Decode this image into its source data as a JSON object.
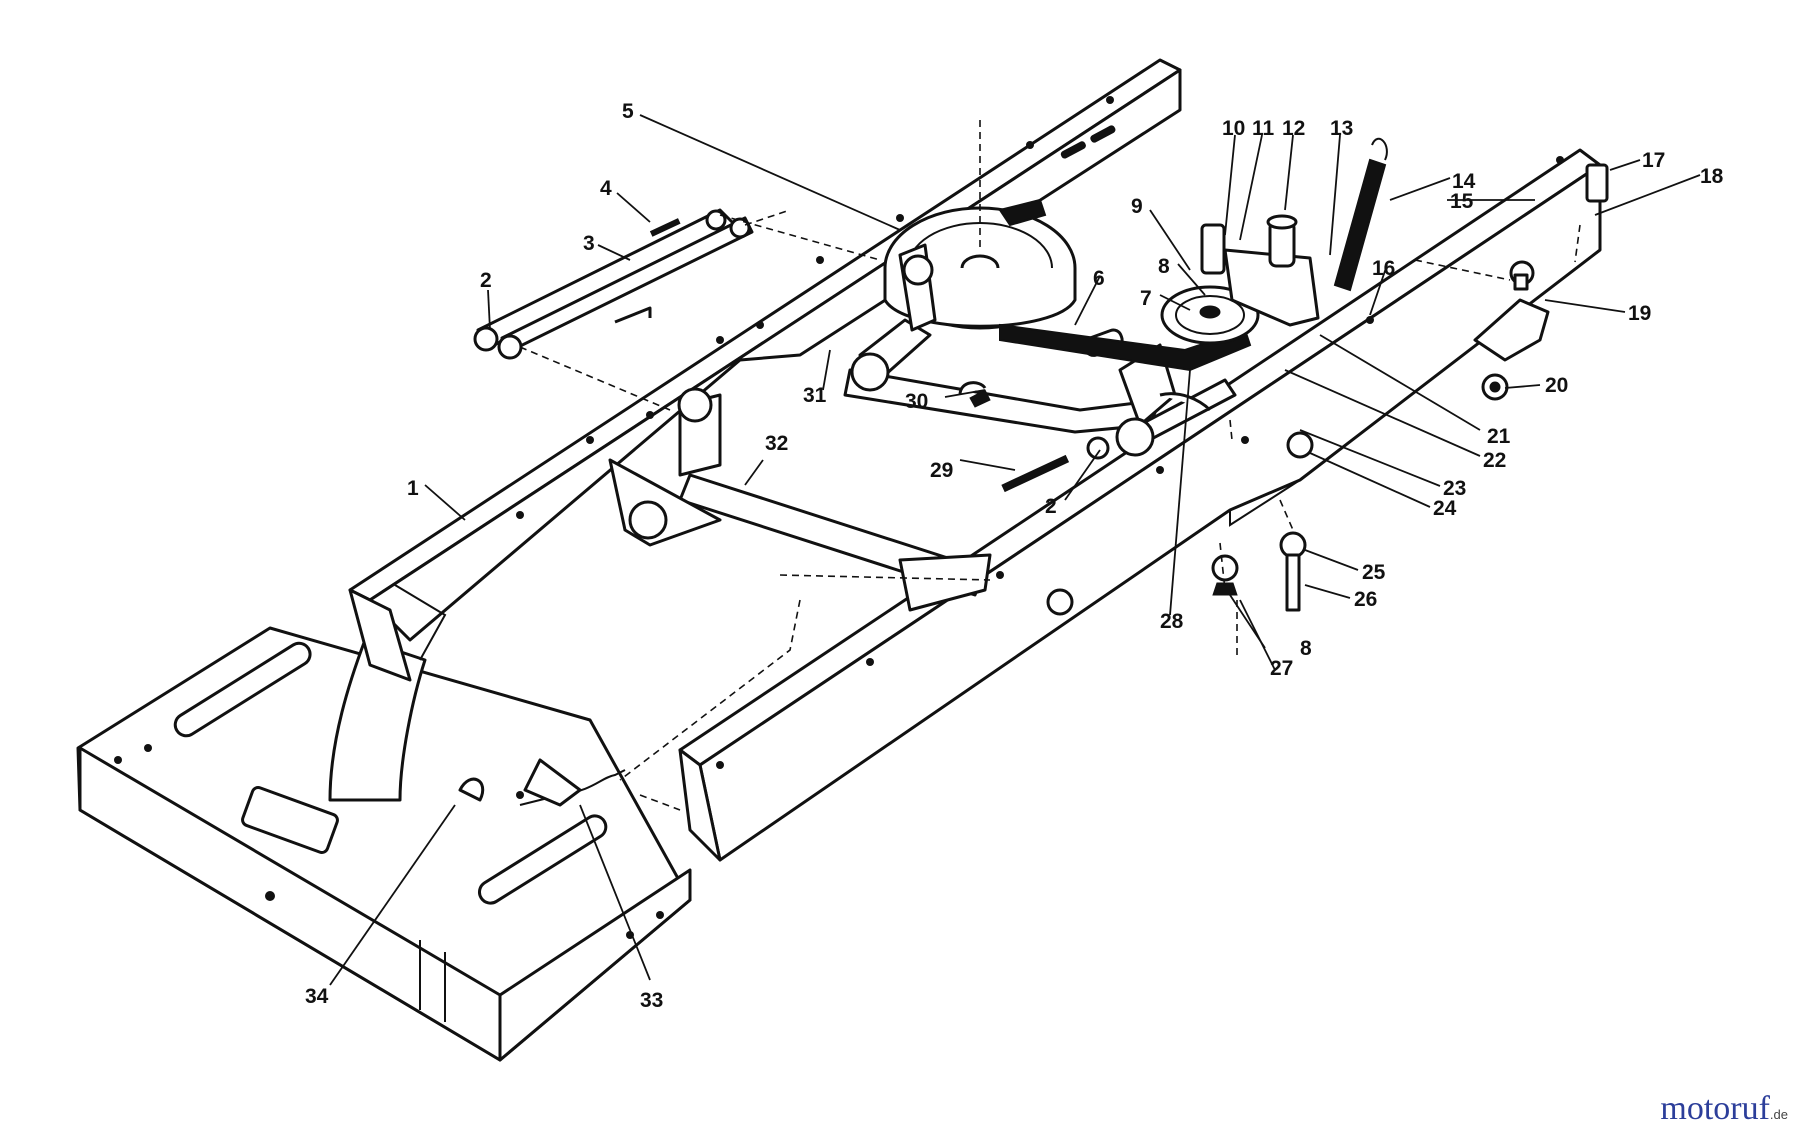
{
  "callouts": [
    {
      "id": "c1",
      "label": "1"
    },
    {
      "id": "c2a",
      "label": "2"
    },
    {
      "id": "c2b",
      "label": "2"
    },
    {
      "id": "c3",
      "label": "3"
    },
    {
      "id": "c4",
      "label": "4"
    },
    {
      "id": "c5",
      "label": "5"
    },
    {
      "id": "c6",
      "label": "6"
    },
    {
      "id": "c7",
      "label": "7"
    },
    {
      "id": "c8a",
      "label": "8"
    },
    {
      "id": "c8b",
      "label": "8"
    },
    {
      "id": "c9",
      "label": "9"
    },
    {
      "id": "c10",
      "label": "10"
    },
    {
      "id": "c11",
      "label": "11"
    },
    {
      "id": "c12",
      "label": "12"
    },
    {
      "id": "c13",
      "label": "13"
    },
    {
      "id": "c14",
      "label": "14"
    },
    {
      "id": "c15",
      "label": "15"
    },
    {
      "id": "c16",
      "label": "16"
    },
    {
      "id": "c17",
      "label": "17"
    },
    {
      "id": "c18",
      "label": "18"
    },
    {
      "id": "c19",
      "label": "19"
    },
    {
      "id": "c20",
      "label": "20"
    },
    {
      "id": "c21",
      "label": "21"
    },
    {
      "id": "c22",
      "label": "22"
    },
    {
      "id": "c23",
      "label": "23"
    },
    {
      "id": "c24",
      "label": "24"
    },
    {
      "id": "c25",
      "label": "25"
    },
    {
      "id": "c26",
      "label": "26"
    },
    {
      "id": "c27",
      "label": "27"
    },
    {
      "id": "c28",
      "label": "28"
    },
    {
      "id": "c29",
      "label": "29"
    },
    {
      "id": "c30",
      "label": "30"
    },
    {
      "id": "c31",
      "label": "31"
    },
    {
      "id": "c32",
      "label": "32"
    },
    {
      "id": "c33",
      "label": "33"
    },
    {
      "id": "c34",
      "label": "34"
    }
  ],
  "watermark": {
    "brand": "motoruf",
    "tld": ".de"
  }
}
